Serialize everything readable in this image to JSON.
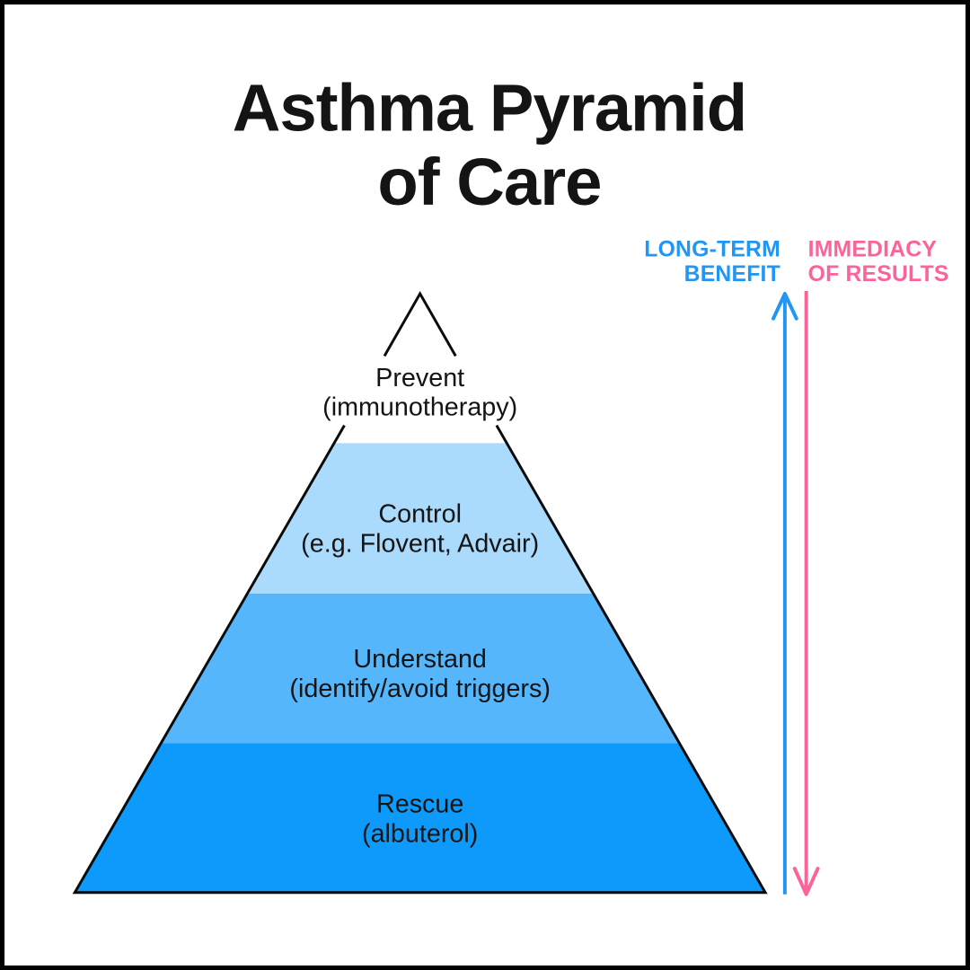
{
  "title": {
    "line1": "Asthma Pyramid",
    "line2": "of Care"
  },
  "arrows": {
    "benefit": {
      "line1": "LONG-TERM",
      "line2": "BENEFIT",
      "color": "#2196F3",
      "direction": "up"
    },
    "immediacy": {
      "line1": "IMMEDIACY",
      "line2": "OF RESULTS",
      "color": "#FB639B",
      "direction": "down"
    }
  },
  "pyramid": {
    "outline_color": "#0B0B0B",
    "text_color": "#141414",
    "tiers": [
      {
        "label": "Prevent",
        "sublabel": "(immunotherapy)",
        "color": "#FFFFFF"
      },
      {
        "label": "Control",
        "sublabel": "(e.g. Flovent, Advair)",
        "color": "#AADBFD"
      },
      {
        "label": "Understand",
        "sublabel": "(identify/avoid triggers)",
        "color": "#55B6FB"
      },
      {
        "label": "Rescue",
        "sublabel": "(albuterol)",
        "color": "#0D9AFA"
      }
    ]
  }
}
